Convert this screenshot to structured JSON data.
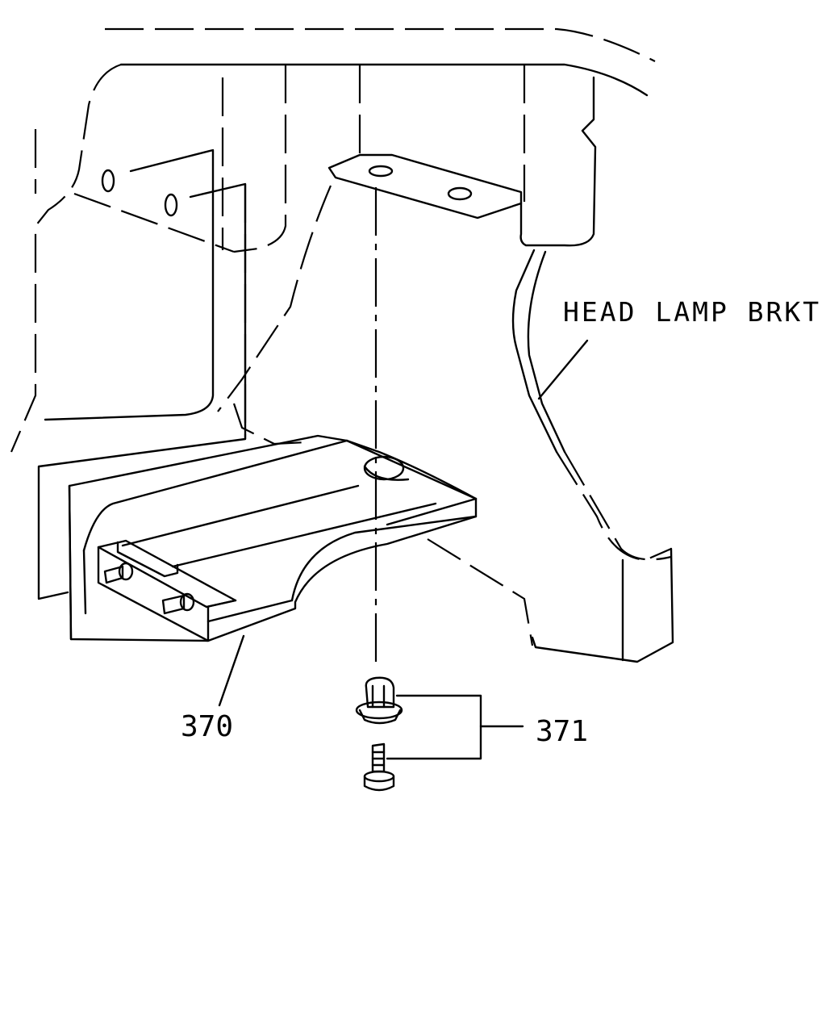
{
  "labels": {
    "head_lamp_bracket": "HEAD LAMP BRKT",
    "part_370": "370",
    "part_371": "371"
  }
}
